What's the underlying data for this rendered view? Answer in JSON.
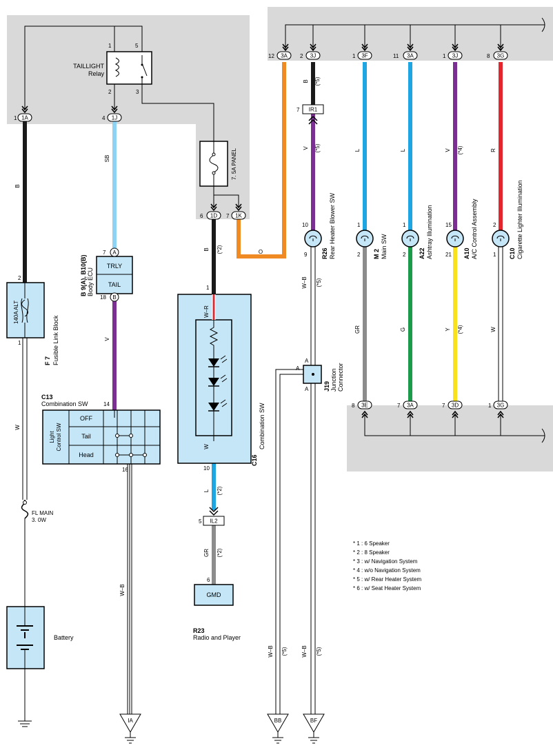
{
  "connectors": {
    "c_1a": "1A",
    "c_1j": "1J",
    "c_1d": "1D",
    "c_1k": "1K",
    "c_3a_top": "3A",
    "c_3j_top": "3J",
    "c_3f": "3F",
    "c_3a2_top": "3A",
    "c_3j2_top": "3J",
    "c_3g_top": "3G",
    "c_3e": "3E",
    "c_3a_bot": "3A",
    "c_3d": "3D",
    "c_3g_bot": "3G",
    "c_a": "A",
    "c_b": "B",
    "c_ir1": "IR1",
    "c_il2": "IL2"
  },
  "pins": {
    "p1_1a": "1",
    "p4_1j": "4",
    "p6_1d": "6",
    "p7_1k": "7",
    "p12": "12",
    "p2_3j": "2",
    "p1_3f": "1",
    "p11_3a": "11",
    "p1_3j": "1",
    "p8_3g": "8",
    "relay_1": "1",
    "relay_5": "5",
    "relay_2": "2",
    "relay_3": "3",
    "fl_2": "2",
    "fl_1": "1",
    "ecu_7": "7",
    "ecu_18": "18",
    "c13_14": "14",
    "c13_16": "16",
    "c16_1": "1",
    "c16_10": "10",
    "il2_5": "5",
    "gmd_6": "6",
    "ir1_7": "7",
    "r26_10": "10",
    "r26_9": "9",
    "m2_1": "1",
    "m2_2": "2",
    "a22_1": "1",
    "a22_2": "2",
    "a10_15": "15",
    "a10_21": "21",
    "c10_2": "2",
    "c10_1": "1",
    "b8": "8",
    "b7a": "7",
    "b7d": "7",
    "b1g": "1",
    "j19_a1": "A",
    "j19_a2": "A",
    "j19_a3": "A"
  },
  "wires": {
    "w_b1": "B",
    "w_sb": "SB",
    "w_w1": "W",
    "w_v1": "V",
    "w_wb1": "W–B",
    "w_b2": "B",
    "w_b2n": "(*2)",
    "w_wr": "W–R",
    "w_w2": "W",
    "w_l1": "L",
    "w_l1n": "(*2)",
    "w_gr1": "GR",
    "w_gr1n": "(*2)",
    "w_o": "O",
    "w_b3": "B",
    "w_b3n": "(*5)",
    "w_v3": "V",
    "w_v3n": "(*5)",
    "w_wb3": "W–B",
    "w_wb3n": "(*5)",
    "w_wb4": "W–B",
    "w_wb4n": "(*5)",
    "w_wb5": "W–B",
    "w_wb5n": "(*5)",
    "w_l3f": "L",
    "w_gr3f": "GR",
    "w_l3a": "L",
    "w_g3a": "G",
    "w_v3j": "V",
    "w_v3jn": "(*4)",
    "w_y3j": "Y",
    "w_y3jn": "(*4)",
    "w_r3g": "R",
    "w_w3g": "W"
  },
  "components": {
    "relay_name": "TAILLIGHT",
    "relay_sub": "Relay",
    "fuse_panel": "7. 5A PANEL",
    "fl_code": "F 7",
    "fl_name": "Fusible Link Block",
    "fl_alt": "140A ALT",
    "flmain_1": "FL MAIN",
    "flmain_2": "3. 0W",
    "battery": "Battery",
    "ecu_code": "B 9(A), B10(B)",
    "ecu_name": "Body ECU",
    "ecu_trly": "TRLY",
    "ecu_tail": "TAIL",
    "c13_code": "C13",
    "c13_name": "Combination SW",
    "c13_light": "Light",
    "c13_ctrl": "Control SW",
    "c13_off": "OFF",
    "c13_tail": "Tail",
    "c13_head": "Head",
    "c16_code": "C16",
    "c16_name": "Combination SW",
    "gmd": "GMD",
    "r23_code": "R23",
    "r23_name": "Radio and Player",
    "r26_code": "R26",
    "r26_name": "Rear Heater Blower SW",
    "j19_code": "J19",
    "j19_name1": "Junction",
    "j19_name2": "Connector",
    "m2_code": "M 2",
    "m2_name": "Main SW",
    "a22_code": "A22",
    "a22_name": "Ashtray Illumination",
    "a10_code": "A10",
    "a10_name": "A/C Control Assembly",
    "c10_code": "C10",
    "c10_name": "Cigarette Lighter Illumination"
  },
  "grounds": {
    "ia": "IA",
    "bb": "BB",
    "bf": "BF"
  },
  "notes": [
    "* 1 : 6 Speaker",
    "* 2 : 8 Speaker",
    "* 3 : w/ Navigation System",
    "* 4 : w/o Navigation System",
    "* 5 : w/ Rear Heater System",
    "* 6 : w/ Seat Heater System"
  ],
  "colors": {
    "shade": "#d9d9d9",
    "box": "#c5e6f7",
    "black": "#1a1a1a",
    "skyblue": "#8fd3f4",
    "blue": "#1ea6e3",
    "violet": "#7b2f93",
    "orange": "#f08a22",
    "gray": "#8c8c8c",
    "green": "#1c9c4a",
    "yellow": "#f9e21c",
    "red": "#e3252d"
  }
}
